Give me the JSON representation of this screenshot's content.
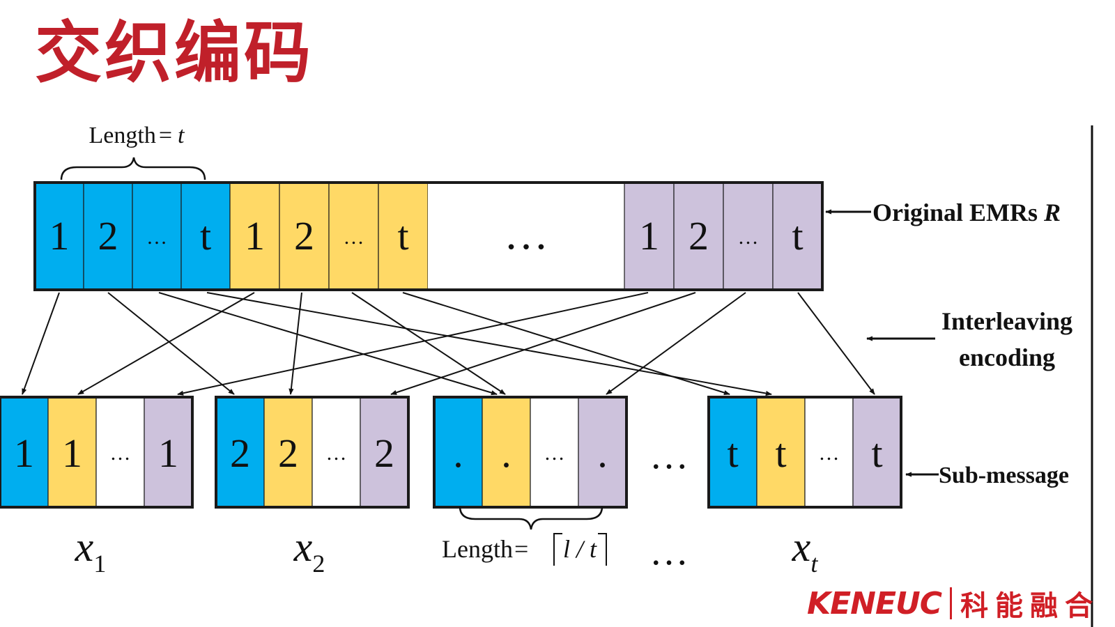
{
  "title": "交织编码",
  "colors": {
    "blue": "#00aeef",
    "yellow": "#ffd966",
    "white": "#ffffff",
    "purple": "#cdc2dc",
    "border": "#1a1a1a",
    "title": "#c0202a"
  },
  "top_brace_label": {
    "prefix": "Length",
    "eq": "=",
    "var": "t"
  },
  "original_row": {
    "groups": [
      {
        "color": "blue",
        "cells": [
          "1",
          "2",
          "…",
          "t"
        ]
      },
      {
        "color": "yellow",
        "cells": [
          "1",
          "2",
          "…",
          "t"
        ]
      },
      {
        "color": "white",
        "cells": [
          "…"
        ]
      },
      {
        "color": "purple",
        "cells": [
          "1",
          "2",
          "…",
          "t"
        ]
      }
    ]
  },
  "labels": {
    "original": {
      "text": "Original EMRs ",
      "var": "R"
    },
    "interleaving_line1": "Interleaving",
    "interleaving_line2": "encoding",
    "submessage": "Sub-message"
  },
  "sub_messages": [
    {
      "cells": [
        "1",
        "1",
        "…",
        "1"
      ],
      "name": "x",
      "sub": "1"
    },
    {
      "cells": [
        "2",
        "2",
        "…",
        "2"
      ],
      "name": "x",
      "sub": "2"
    },
    {
      "cells": [
        ".",
        ".",
        "…",
        "."
      ],
      "name": "",
      "sub": ""
    },
    {
      "cells": [
        "t",
        "t",
        "…",
        "t"
      ],
      "name": "x",
      "sub": "t"
    }
  ],
  "sub_row_gap": "…",
  "bottom_gap": "…",
  "bottom_brace_label": {
    "prefix": "Length",
    "eq": "=",
    "expr": "l / t"
  },
  "logo": {
    "brand": "KENEUC",
    "cn": "科能融合"
  }
}
